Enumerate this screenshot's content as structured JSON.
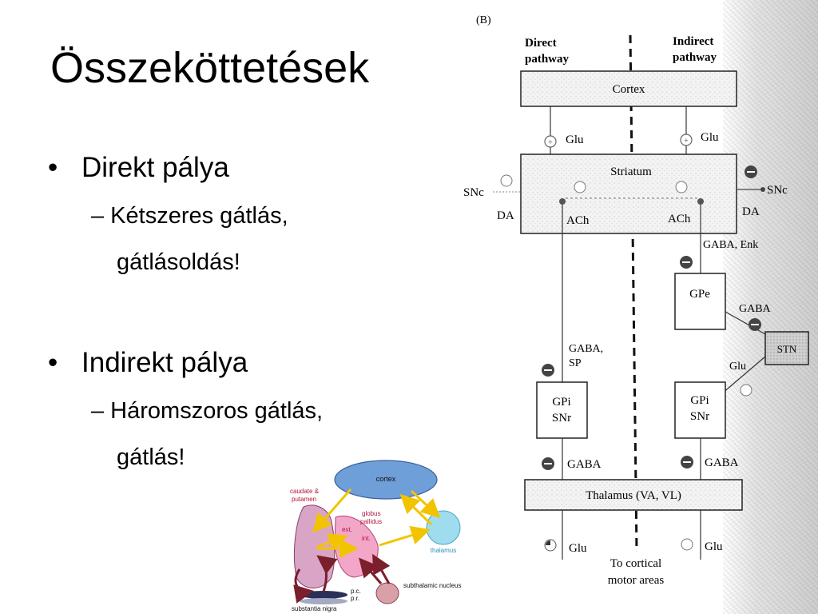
{
  "slide": {
    "title": "Összeköttetések",
    "bullets": [
      {
        "label": "Direkt pálya",
        "sub": [
          "– Kétszeres gátlás,",
          "gátlásoldás!"
        ]
      },
      {
        "label": "Indirekt pálya",
        "sub": [
          "– Háromszoros gátlás,",
          "gátlás!"
        ]
      }
    ]
  },
  "pathway_figure": {
    "panel_label": "(B)",
    "direct_header": [
      "Direct",
      "pathway"
    ],
    "indirect_header": [
      "Indirect",
      "pathway"
    ],
    "boxes": {
      "cortex": "Cortex",
      "striatum": "Striatum",
      "gpe": "GPe",
      "stn": "STN",
      "gpi_left": [
        "GPi",
        "SNr"
      ],
      "gpi_right": [
        "GPi",
        "SNr"
      ],
      "thalamus": "Thalamus (VA, VL)"
    },
    "labels": {
      "glu_left": "Glu",
      "glu_right": "Glu",
      "snc_left": "SNc",
      "snc_right": "SNc",
      "da_left": "DA",
      "da_right": "DA",
      "ach_left": "ACh",
      "ach_right": "ACh",
      "gaba_enk": "GABA, Enk",
      "gaba_gpe_stn": "GABA",
      "glu_stn": "Glu",
      "gaba_sp": [
        "GABA,",
        "SP"
      ],
      "gaba_left": "GABA",
      "gaba_right": "GABA",
      "glu_bottom_left": "Glu",
      "glu_bottom_right": "Glu",
      "to_cortical": [
        "To cortical",
        "motor areas"
      ]
    }
  },
  "anatomy_figure": {
    "labels": {
      "cortex": "cortex",
      "caudate": [
        "caudate &",
        "putamen"
      ],
      "globus": [
        "globus",
        "pallidus"
      ],
      "ext": "ext.",
      "int": "int.",
      "thalamus": "thalamus",
      "subthalamic": "subthalamic nucleus",
      "pc": "p.c.",
      "pr": "p.r.",
      "substantia": "substantia nigra"
    }
  }
}
